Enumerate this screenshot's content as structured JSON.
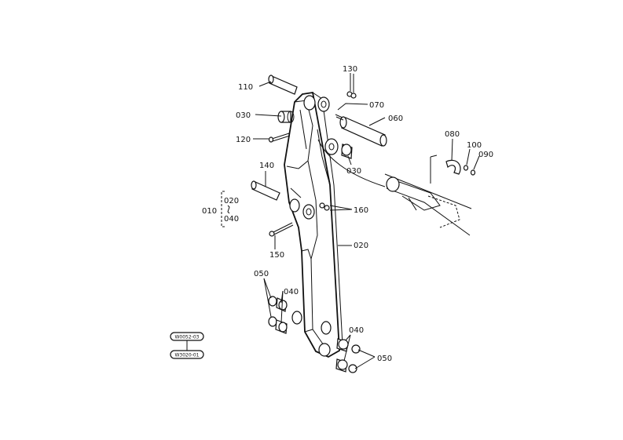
{
  "labels": {
    "p110": "110",
    "p130": "130",
    "p070": "070",
    "p030a": "030",
    "p060": "060",
    "p120": "120",
    "p030b": "030",
    "p080": "080",
    "p100": "100",
    "p090": "090",
    "p140": "140",
    "p010": "010",
    "p020a": "020",
    "p040a": "040",
    "p160": "160",
    "p150": "150",
    "p020b": "020",
    "p050a": "050",
    "p040b": "040",
    "p040c": "040",
    "p050b": "050"
  },
  "refs": {
    "top": "W0052-03",
    "bottom": "W3020-01"
  }
}
